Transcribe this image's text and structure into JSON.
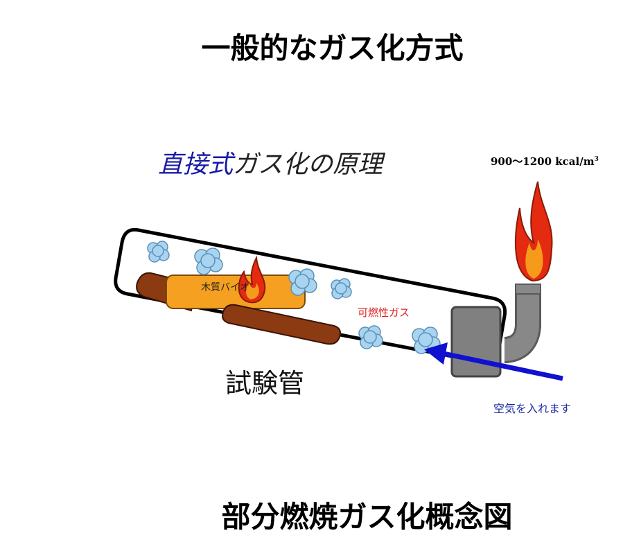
{
  "title_top": "一般的なガス化方式",
  "principle": {
    "blue_part": "直接式",
    "rest": "ガス化の原理"
  },
  "heat_value": {
    "main": "900～1200 kcal/m",
    "sup": "3"
  },
  "labels": {
    "wood": "木質バイオ",
    "combustible_gas": "可燃性ガス",
    "test_tube": "試験管",
    "air_in": "空気を入れます"
  },
  "title_bottom": "部分燃焼ガス化概念図",
  "colors": {
    "tube_outline": "#000000",
    "wood_orange": "#f5a020",
    "wood_brown": "#8b3a12",
    "gas_cloud": "#a8d4f0",
    "flame_red": "#e42a10",
    "flame_orange": "#f59a1a",
    "pipe_gray": "#808080",
    "arrow_blue": "#1010d0",
    "gas_text": "#e02020"
  }
}
